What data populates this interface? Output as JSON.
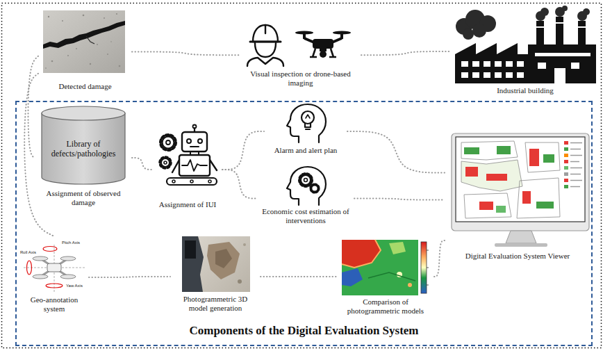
{
  "diagram": {
    "nodes": [
      {
        "text": [
          "Detected damage"
        ]
      },
      {
        "text": [
          "Visual inspection or drone-based imaging"
        ]
      },
      {
        "text": [
          "Industrial building"
        ]
      },
      {
        "text": [
          "Components of the Digital Evaluation System"
        ]
      },
      {
        "text": [
          "Library of defects/pathologies",
          "Assignment of observed damage"
        ],
        "in": 3
      },
      {
        "text": [
          "Assignment of IUI"
        ],
        "in": 3
      },
      {
        "text": [
          "Alarm and alert plan"
        ],
        "in": 3
      },
      {
        "text": [
          "Economic cost estimation of interventions"
        ],
        "in": 3
      },
      {
        "text": [
          "Digital Evaluation System Viewer"
        ],
        "in": 3
      },
      {
        "text": [
          "Geo-annotation system"
        ],
        "in": 3
      },
      {
        "text": [
          "Photogrammetric 3D model generation"
        ],
        "in": 3
      },
      {
        "text": [
          "Comparison of photogrammetric models"
        ],
        "in": 3
      }
    ],
    "edges": [
      {
        "from": 0,
        "to": 1,
        "arrow": "none"
      },
      {
        "from": 1,
        "to": 2,
        "arrow": "none"
      },
      {
        "from": 0,
        "to": 4,
        "arrow": "none"
      },
      {
        "from": 0,
        "to": 9,
        "arrow": "none"
      },
      {
        "from": 4,
        "to": 5,
        "arrow": "none"
      },
      {
        "from": 5,
        "to": 6,
        "arrow": "none"
      },
      {
        "from": 5,
        "to": 7,
        "arrow": "none"
      },
      {
        "from": 6,
        "to": 8,
        "arrow": "none"
      },
      {
        "from": 7,
        "to": 8,
        "arrow": "none"
      },
      {
        "from": 9,
        "to": 10,
        "arrow": "none"
      },
      {
        "from": 10,
        "to": 11,
        "arrow": "none"
      },
      {
        "from": 11,
        "to": 8,
        "arrow": "none"
      }
    ],
    "labels": [
      "Pitch Axis",
      "Roll Axis",
      "Yaw Axis"
    ]
  }
}
